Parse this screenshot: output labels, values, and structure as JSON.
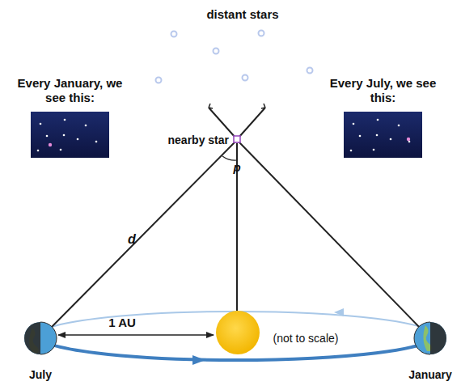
{
  "diagram": {
    "nodes": [
      {
        "text": [
          "Every January, we see this:"
        ]
      },
      {
        "text": [
          "Every July, we see this:"
        ]
      }
    ],
    "labels": [
      "distant stars",
      "nearby star",
      "p",
      "d",
      "1 AU",
      "(not to scale)",
      "July",
      "January"
    ]
  }
}
